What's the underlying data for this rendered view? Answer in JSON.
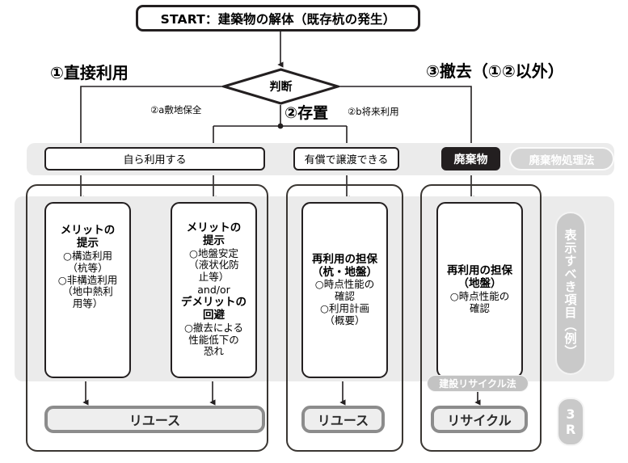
{
  "title_box": {
    "label": "START：建築物の解体（既存杭の発生）"
  },
  "decision": {
    "label": "判断"
  },
  "branches": {
    "one": "①直接利用",
    "two": "②存置",
    "three": "③撤去（①②以外）",
    "two_a": "②a敷地保全",
    "two_b": "②b将来利用"
  },
  "status_row": {
    "self_use": "自ら利用する",
    "transfer": "有償で譲渡できる",
    "waste": "廃棄物",
    "waste_law": "廃棄物処理法"
  },
  "cards": [
    {
      "id": "merit-structural",
      "title": "メリットの\n提示",
      "lines": [
        "○構造利用",
        "（杭等）",
        "○非構造利用",
        "（地中熱利",
        "用等）"
      ]
    },
    {
      "id": "merit-ground",
      "title": "メリットの\n提示",
      "lines": [
        "○地盤安定",
        "（液状化防",
        "止等）"
      ],
      "middle": "and/or",
      "title2": "デメリットの\n回避",
      "lines2": [
        "○撤去による",
        "性能低下の",
        "恐れ"
      ]
    },
    {
      "id": "reuse-pile-ground",
      "title": "再利用の担保\n（杭・地盤）",
      "lines": [
        "○時点性能の",
        "確認",
        "○利用計画",
        "（概要）"
      ]
    },
    {
      "id": "reuse-ground",
      "title": "再利用の担保\n（地盤）",
      "lines": [
        "○時点性能の",
        "確認"
      ]
    }
  ],
  "results": {
    "reuse_left": "リユース",
    "reuse_mid": "リユース",
    "recycle": "リサイクル"
  },
  "side_labels": {
    "recycle_law": "建設リサイクル法",
    "display_items": "表示すべき項目（例）",
    "three_r": "3R"
  },
  "colors": {
    "ink": "#231f20",
    "band": "#ebebeb",
    "pill_grey": "#c9c9c9",
    "result_border": "#8c8c8c",
    "result_fill": "#eeeeee"
  }
}
